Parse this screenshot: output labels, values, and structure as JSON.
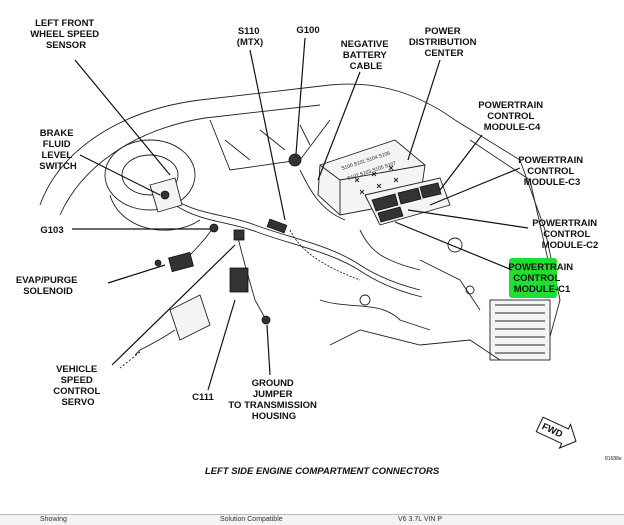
{
  "labels": {
    "left_front_wheel_speed_sensor": [
      "LEFT FRONT",
      "WHEEL SPEED",
      "SENSOR"
    ],
    "s110": [
      "S110",
      "(MTX)"
    ],
    "g100": [
      "G100"
    ],
    "negative_battery_cable": [
      "NEGATIVE",
      "BATTERY",
      "CABLE"
    ],
    "power_distribution_center": [
      "POWER",
      "DISTRIBUTION",
      "CENTER"
    ],
    "brake_fluid_level_switch": [
      "BRAKE",
      "FLUID",
      "LEVEL",
      "SWITCH"
    ],
    "pcm_c4": [
      "POWERTRAIN",
      "CONTROL",
      "MODULE-C4"
    ],
    "pcm_c3": [
      "POWERTRAIN",
      "CONTROL",
      "MODULE-C3"
    ],
    "pcm_c2": [
      "POWERTRAIN",
      "CONTROL",
      "MODULE-C2"
    ],
    "pcm_c1": [
      "POWERTRAIN",
      "CONTROL",
      "MODULE-C1"
    ],
    "g103": [
      "G103"
    ],
    "evap_purge_solenoid": [
      "EVAP/PURGE",
      "SOLENOID"
    ],
    "vehicle_speed_control_servo": [
      "VEHICLE",
      "SPEED",
      "CONTROL",
      "SERVO"
    ],
    "c111": [
      "C111"
    ],
    "ground_jumper": [
      "GROUND",
      "JUMPER",
      "TO TRANSMISSION",
      "HOUSING"
    ]
  },
  "caption": "LEFT SIDE ENGINE COMPARTMENT CONNECTORS",
  "fwd_marker": "FWD",
  "figure_code": "81688e",
  "footer": {
    "col1": "Showing",
    "col2": "Solution Compatible",
    "col3": "V6 3.7L VIN P"
  },
  "highlight_color": "#22dd33",
  "icons": {
    "fwd_arrow": "fwd-arrow-icon"
  }
}
